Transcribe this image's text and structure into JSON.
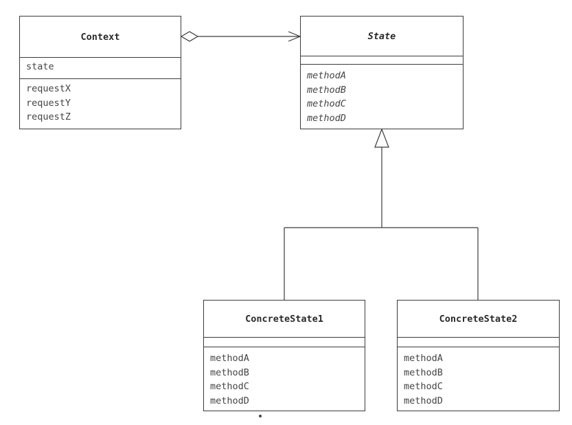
{
  "classes": {
    "context": {
      "name": "Context",
      "fields": [
        "state"
      ],
      "methods": [
        "requestX",
        "requestY",
        "requestZ"
      ]
    },
    "state": {
      "name": "State",
      "fields": [],
      "methods": [
        "methodA",
        "methodB",
        "methodC",
        "methodD"
      ]
    },
    "concrete_state_1": {
      "name": "ConcreteState1",
      "fields": [],
      "methods": [
        "methodA",
        "methodB",
        "methodC",
        "methodD"
      ]
    },
    "concrete_state_2": {
      "name": "ConcreteState2",
      "fields": [],
      "methods": [
        "methodA",
        "methodB",
        "methodC",
        "methodD"
      ]
    }
  },
  "relations": [
    {
      "type": "aggregation",
      "from": "Context",
      "to": "State"
    },
    {
      "type": "generalization",
      "from": "ConcreteState1",
      "to": "State"
    },
    {
      "type": "generalization",
      "from": "ConcreteState2",
      "to": "State"
    }
  ],
  "colors": {
    "line": "#3a3a3a",
    "text": "#333333",
    "background": "#ffffff"
  }
}
